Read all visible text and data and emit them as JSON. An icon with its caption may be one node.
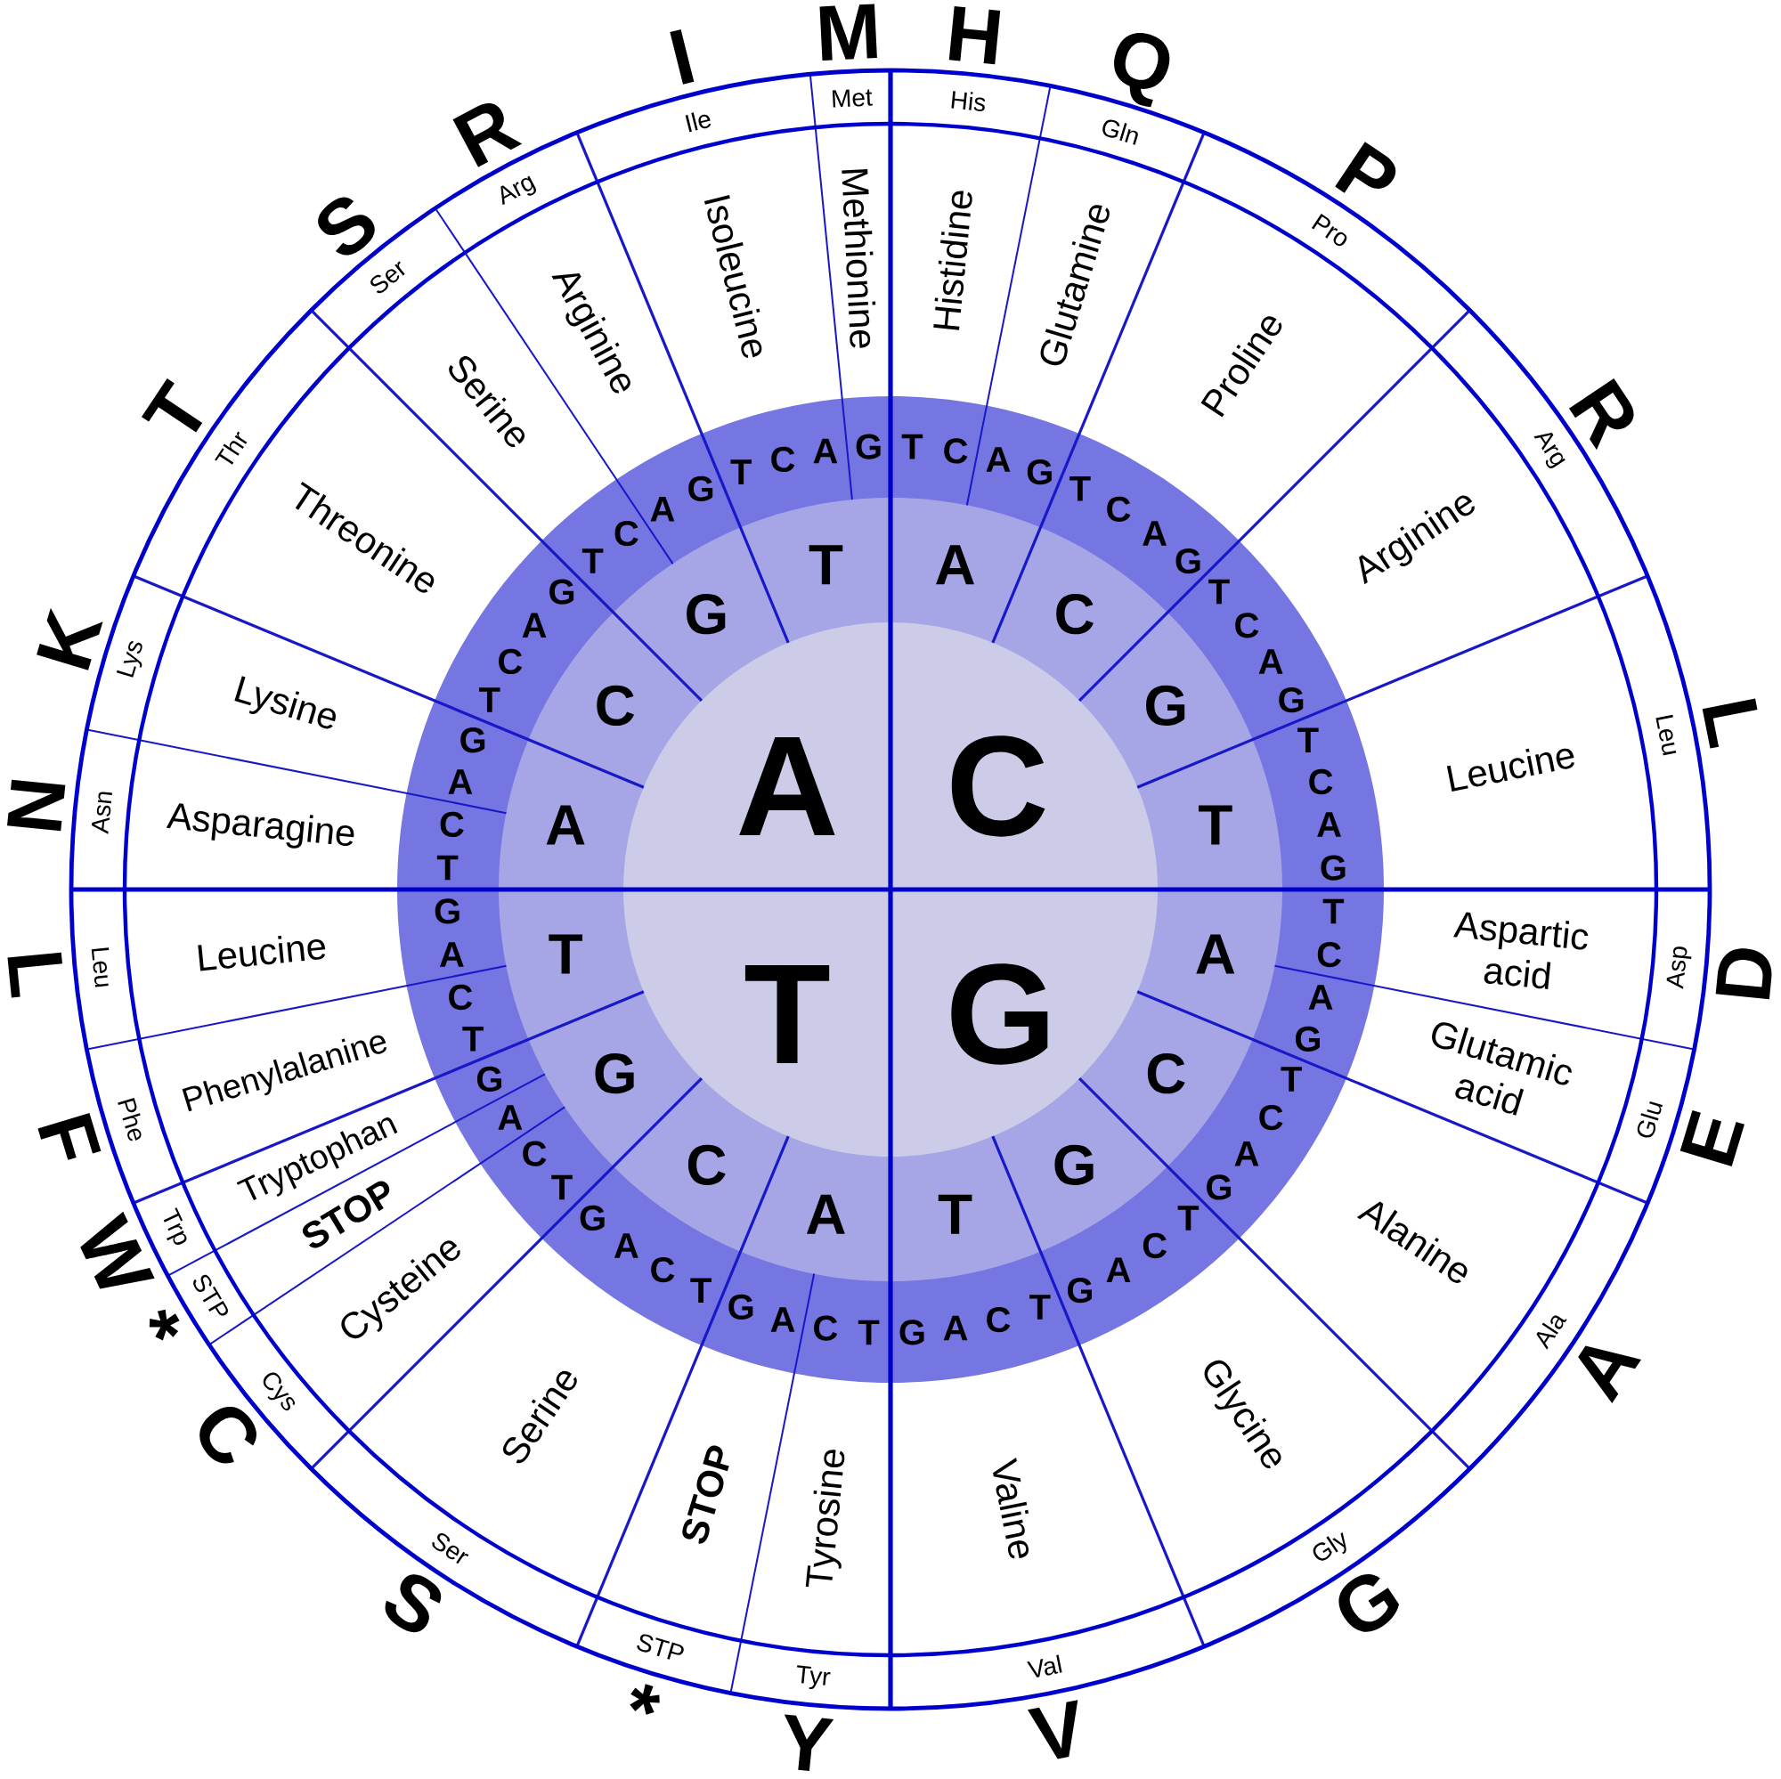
{
  "diagram": {
    "nodes": [
      {
        "text": [
          "Asparagine"
        ]
      },
      {
        "text": [
          "Lysine"
        ]
      },
      {
        "text": [
          "Threonine"
        ]
      },
      {
        "text": [
          "Serine"
        ]
      },
      {
        "text": [
          "Arginine"
        ]
      },
      {
        "text": [
          "Isoleucine"
        ]
      },
      {
        "text": [
          "Methionine"
        ]
      },
      {
        "text": [
          "Histidine"
        ]
      },
      {
        "text": [
          "Glutamine"
        ]
      },
      {
        "text": [
          "Proline"
        ]
      },
      {
        "text": [
          "Arginine"
        ]
      },
      {
        "text": [
          "Leucine"
        ]
      },
      {
        "text": [
          "Aspartic acid"
        ]
      },
      {
        "text": [
          "Glutamic acid"
        ]
      },
      {
        "text": [
          "Alanine"
        ]
      },
      {
        "text": [
          "Glycine"
        ]
      },
      {
        "text": [
          "Valine"
        ]
      },
      {
        "text": [
          "Tyrosine"
        ]
      },
      {
        "text": [
          "STOP"
        ]
      },
      {
        "text": [
          "Serine"
        ]
      },
      {
        "text": [
          "Cysteine"
        ]
      },
      {
        "text": [
          "STOP"
        ]
      },
      {
        "text": [
          "Tryptophan"
        ]
      },
      {
        "text": [
          "Phenylalanine"
        ]
      },
      {
        "text": [
          "Leucine"
        ]
      },
      {
        "text": [
          "Asn"
        ]
      },
      {
        "text": [
          "Lys"
        ]
      },
      {
        "text": [
          "Thr"
        ]
      },
      {
        "text": [
          "Ser"
        ]
      },
      {
        "text": [
          "Arg"
        ]
      },
      {
        "text": [
          "Ile"
        ]
      },
      {
        "text": [
          "Met"
        ]
      },
      {
        "text": [
          "His"
        ]
      },
      {
        "text": [
          "Gln"
        ]
      },
      {
        "text": [
          "Pro"
        ]
      },
      {
        "text": [
          "Arg"
        ]
      },
      {
        "text": [
          "Leu"
        ]
      },
      {
        "text": [
          "Asp"
        ]
      },
      {
        "text": [
          "Glu"
        ]
      },
      {
        "text": [
          "Ala"
        ]
      },
      {
        "text": [
          "Gly"
        ]
      },
      {
        "text": [
          "Val"
        ]
      },
      {
        "text": [
          "Tyr"
        ]
      },
      {
        "text": [
          "STP"
        ]
      },
      {
        "text": [
          "Ser"
        ]
      },
      {
        "text": [
          "Cys"
        ]
      },
      {
        "text": [
          "STP"
        ]
      },
      {
        "text": [
          "Trp"
        ]
      },
      {
        "text": [
          "Phe"
        ]
      },
      {
        "text": [
          "Leu"
        ]
      }
    ],
    "labels": [
      "A",
      "C",
      "T",
      "G",
      "A",
      "C",
      "G",
      "T",
      "A",
      "C",
      "G",
      "T",
      "A",
      "C",
      "G",
      "T",
      "A",
      "C",
      "G",
      "T",
      "T",
      "C",
      "A",
      "G",
      "T",
      "C",
      "A",
      "G",
      "T",
      "C",
      "A",
      "G",
      "T",
      "C",
      "A",
      "G",
      "T",
      "C",
      "A",
      "G",
      "T",
      "C",
      "A",
      "G",
      "T",
      "C",
      "A",
      "G",
      "T",
      "C",
      "A",
      "G",
      "T",
      "C",
      "A",
      "G",
      "T",
      "C",
      "A",
      "G",
      "T",
      "C",
      "A",
      "G",
      "T",
      "C",
      "A",
      "G",
      "T",
      "C",
      "A",
      "G",
      "T",
      "C",
      "A",
      "G",
      "T",
      "C",
      "A",
      "G",
      "T",
      "C",
      "A",
      "G",
      "N",
      "K",
      "T",
      "S",
      "R",
      "I",
      "M",
      "H",
      "Q",
      "P",
      "R",
      "L",
      "D",
      "E",
      "A",
      "G",
      "V",
      "Y",
      "*",
      "S",
      "C",
      "*",
      "W",
      "F",
      "L"
    ]
  }
}
